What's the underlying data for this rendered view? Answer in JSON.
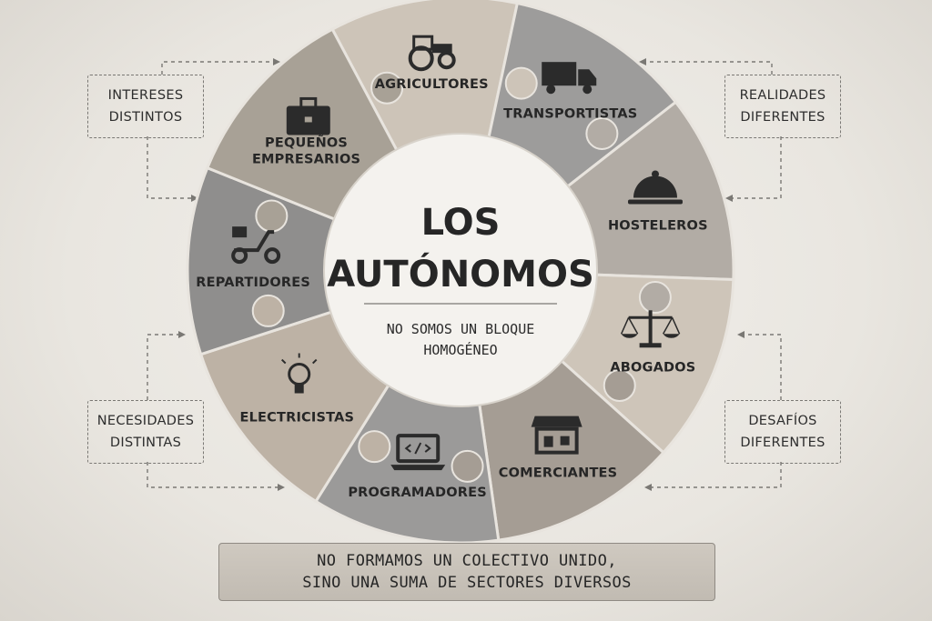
{
  "center": {
    "title_line1": "LOS",
    "title_line2": "AUTÓNOMOS",
    "subtitle_line1": "NO SOMOS UN BLOQUE",
    "subtitle_line2": "HOMOGÉNEO"
  },
  "segments": [
    {
      "label": [
        "AGRICULTORES"
      ],
      "icon": "tractor-icon",
      "color": "#cdc4b8"
    },
    {
      "label": [
        "TRANSPORTISTAS"
      ],
      "icon": "truck-icon",
      "color": "#9d9c9b"
    },
    {
      "label": [
        "HOSTELEROS"
      ],
      "icon": "cloche-icon",
      "color": "#b2aca5"
    },
    {
      "label": [
        "ABOGADOS"
      ],
      "icon": "scales-icon",
      "color": "#cec5b9"
    },
    {
      "label": [
        "COMERCIANTES"
      ],
      "icon": "storefront-icon",
      "color": "#a59d94"
    },
    {
      "label": [
        "PROGRAMADORES"
      ],
      "icon": "laptop-code-icon",
      "color": "#9b9a99"
    },
    {
      "label": [
        "ELECTRICISTAS"
      ],
      "icon": "lightbulb-icon",
      "color": "#bdb2a5"
    },
    {
      "label": [
        "REPARTIDORES"
      ],
      "icon": "scooter-icon",
      "color": "#8f8e8d"
    },
    {
      "label": [
        "PEQUEÑOS",
        "EMPRESARIOS"
      ],
      "icon": "briefcase-icon",
      "color": "#a8a196"
    }
  ],
  "side_notes": {
    "top_left": [
      "INTERESES",
      "DISTINTOS"
    ],
    "top_right": [
      "REALIDADES",
      "DIFERENTES"
    ],
    "bottom_left": [
      "NECESIDADES",
      "DISTINTAS"
    ],
    "bottom_right": [
      "DESAFÍOS",
      "DIFERENTES"
    ]
  },
  "banner": {
    "line1": "NO FORMAMOS UN COLECTIVO UNIDO,",
    "line2": "SINO UNA SUMA DE SECTORES DIVERSOS"
  },
  "colors": {
    "background": "#ebe8e3",
    "dark_text": "#262626",
    "center_fill": "#f4f2ee",
    "divider": "#7a7874",
    "banner_fill": "#c9c3ba"
  }
}
